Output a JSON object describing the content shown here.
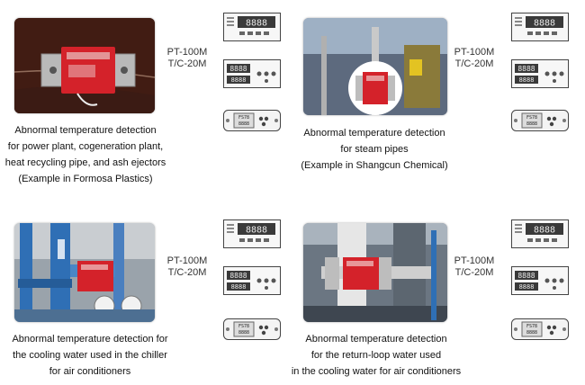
{
  "panels": [
    {
      "id": "power-plant",
      "model_lines": [
        "PT-100M",
        "T/C-20M"
      ],
      "caption_lines": [
        "Abnormal temperature detection",
        "for power plant, cogeneration plant,",
        "heat recycling pipe, and ash ejectors",
        "(Example in Formosa Plastics)"
      ]
    },
    {
      "id": "steam-pipes",
      "model_lines": [
        "PT-100M",
        "T/C-20M"
      ],
      "caption_lines": [
        "Abnormal temperature detection",
        "for steam pipes",
        "(Example in Shangcun Chemical)"
      ]
    },
    {
      "id": "chiller-cooling-water",
      "model_lines": [
        "PT-100M",
        "T/C-20M"
      ],
      "caption_lines": [
        "Abnormal temperature detection for",
        "the cooling water used in the chiller",
        "for air conditioners"
      ]
    },
    {
      "id": "return-loop-water",
      "model_lines": [
        "PT-100M",
        "T/C-20M"
      ],
      "caption_lines": [
        "Abnormal temperature detection",
        "for the return-loop water used",
        "in the cooling water for air conditioners"
      ]
    }
  ],
  "device_digits": "8888",
  "device_small_label": "FS78",
  "colors": {
    "sensor_red": "#d4222a",
    "clamp_gray": "#c8c8c8",
    "pipe_blue": "#2f6fb5",
    "display_dark": "#3a3a3a"
  }
}
